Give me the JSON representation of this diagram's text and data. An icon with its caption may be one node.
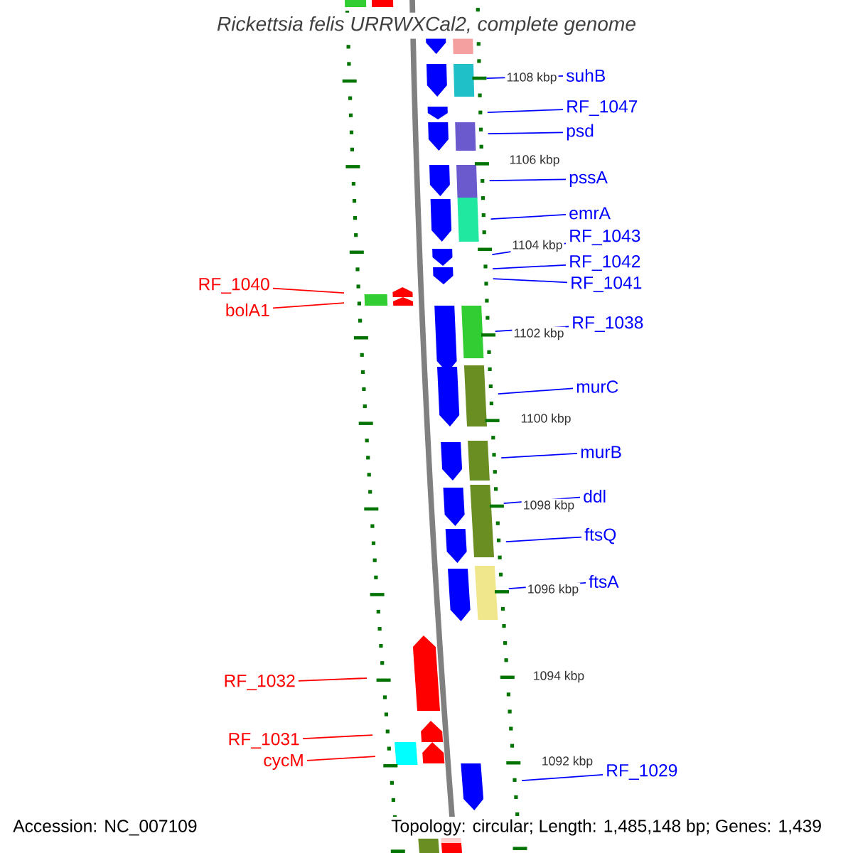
{
  "diagram": {
    "title": "*Rickettsia felis* URRWXCal2, complete genome",
    "nodes": [
      {
        "text": [
          "suhB"
        ]
      },
      {
        "text": [
          "RF_1047"
        ]
      },
      {
        "text": [
          "psd"
        ]
      },
      {
        "text": [
          "pssA"
        ]
      },
      {
        "text": [
          "emrA"
        ]
      },
      {
        "text": [
          "RF_1043"
        ]
      },
      {
        "text": [
          "RF_1042"
        ]
      },
      {
        "text": [
          "RF_1041"
        ]
      },
      {
        "text": [
          "RF_1040"
        ]
      },
      {
        "text": [
          "bolA1"
        ]
      },
      {
        "text": [
          "RF_1038"
        ]
      },
      {
        "text": [
          "murC"
        ]
      },
      {
        "text": [
          "murB"
        ]
      },
      {
        "text": [
          "ddl"
        ]
      },
      {
        "text": [
          "ftsQ"
        ]
      },
      {
        "text": [
          "ftsA"
        ]
      },
      {
        "text": [
          "RF_1032"
        ]
      },
      {
        "text": [
          "RF_1031"
        ]
      },
      {
        "text": [
          "cycM"
        ]
      },
      {
        "text": [
          "RF_1029"
        ]
      }
    ],
    "edges": [
      {
        "from": 0,
        "to": null,
        "arrow": "none"
      },
      {
        "from": 1,
        "to": null,
        "arrow": "none"
      },
      {
        "from": 2,
        "to": null,
        "arrow": "none"
      },
      {
        "from": 3,
        "to": null,
        "arrow": "none"
      },
      {
        "from": 4,
        "to": null,
        "arrow": "none"
      },
      {
        "from": 5,
        "to": null,
        "arrow": "none"
      },
      {
        "from": 6,
        "to": null,
        "arrow": "none"
      },
      {
        "from": 7,
        "to": null,
        "arrow": "none"
      },
      {
        "from": 8,
        "to": null,
        "arrow": "none",
        "color": "#ff0000"
      },
      {
        "from": 9,
        "to": null,
        "arrow": "none",
        "color": "#ff0000"
      },
      {
        "from": 10,
        "to": null,
        "arrow": "none"
      },
      {
        "from": 11,
        "to": null,
        "arrow": "none"
      },
      {
        "from": 12,
        "to": null,
        "arrow": "none"
      },
      {
        "from": 13,
        "to": null,
        "arrow": "none"
      },
      {
        "from": 14,
        "to": null,
        "arrow": "none"
      },
      {
        "from": 15,
        "to": null,
        "arrow": "none"
      },
      {
        "from": 16,
        "to": null,
        "arrow": "none",
        "color": "#ff0000"
      },
      {
        "from": 17,
        "to": null,
        "arrow": "none",
        "color": "#ff0000"
      },
      {
        "from": 18,
        "to": null,
        "arrow": "none",
        "color": "#ff0000"
      },
      {
        "from": 19,
        "to": null,
        "arrow": "none"
      }
    ],
    "labels": [
      "1108 kbp",
      "1106 kbp",
      "1104 kbp",
      "1102 kbp",
      "1100 kbp",
      "1098 kbp",
      "1096 kbp",
      "1094 kbp",
      "1092 kbp",
      "Accession: NC_007109",
      "Topology: circular; Length: 1,485,148 bp; Genes: 1,439"
    ]
  }
}
